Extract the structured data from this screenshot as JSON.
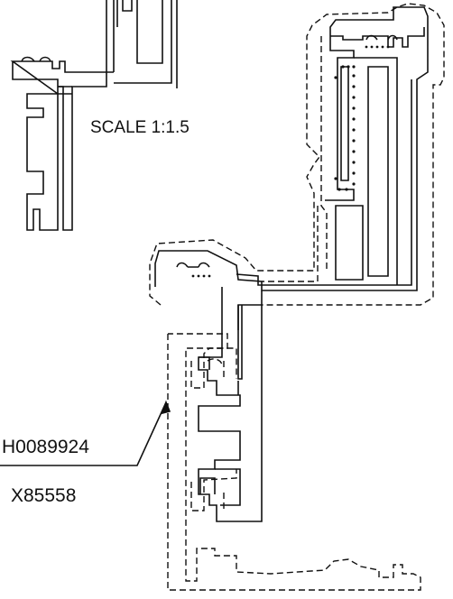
{
  "drawing": {
    "scale_label": "SCALE 1:1.5",
    "part_number_top": "H0089924",
    "part_number_bottom": "X85558",
    "line_color": "#111111",
    "background": "#ffffff"
  }
}
